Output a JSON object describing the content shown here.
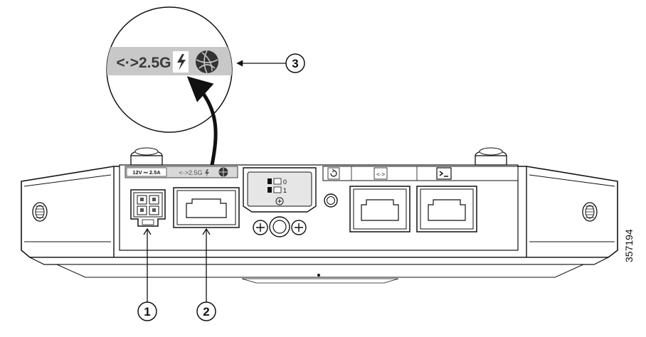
{
  "callouts": [
    {
      "number": "1"
    },
    {
      "number": "2"
    },
    {
      "number": "3"
    }
  ],
  "figure_id": "357194",
  "power_label": "12V ⎓ 2.5A",
  "port_label_small": "<·>2.5G",
  "port_label_zoom": "<·>2.5G",
  "led_labels": [
    "0",
    "1"
  ],
  "icons": {
    "poe": "lightning-bolt-icon",
    "network": "globe-network-icon",
    "reset": "reset-icon",
    "ethernet": "ethernet-link-icon",
    "console": "console-prompt-icon"
  },
  "colors": {
    "line": "#111111",
    "body_fill": "#ffffff",
    "label_strip": "#d9d9d9",
    "zoom_band": "#c8c8c8",
    "led_panel": "#e6e6e6"
  }
}
